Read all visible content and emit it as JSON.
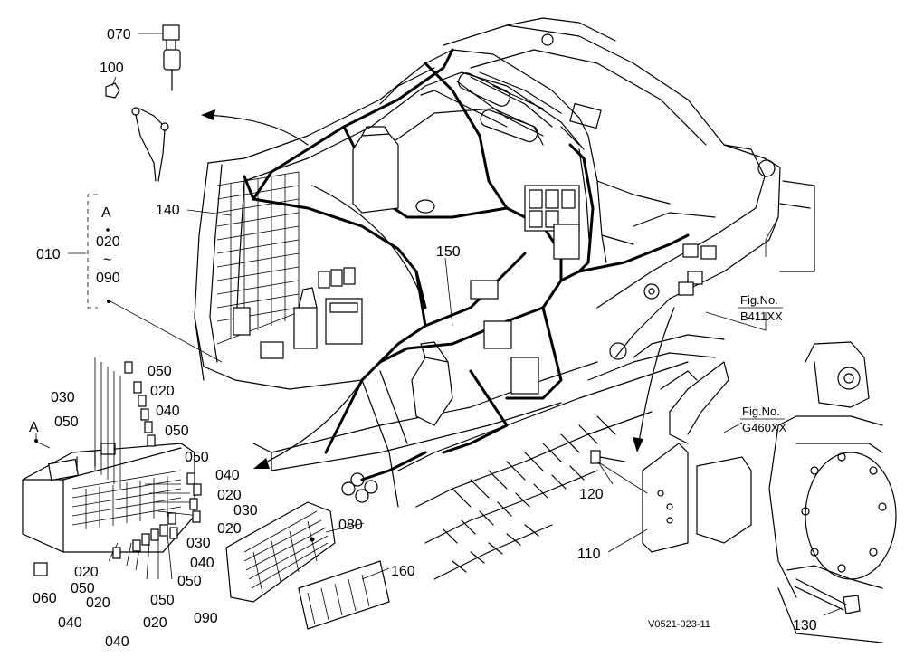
{
  "diagram": {
    "drawing_code": "V0521-023-11",
    "group_bracket": {
      "letter": "A",
      "range_start": "020",
      "range_sep": "~",
      "range_end": "090",
      "group_part": "010"
    },
    "figure_refs": [
      {
        "label": "Fig.No.",
        "code": "B411XX"
      },
      {
        "label": "Fig.No.",
        "code": "G460XX"
      }
    ],
    "part_labels": [
      {
        "text": "070"
      },
      {
        "text": "100"
      },
      {
        "text": "140"
      },
      {
        "text": "150"
      },
      {
        "text": "050"
      },
      {
        "text": "020"
      },
      {
        "text": "030"
      },
      {
        "text": "040"
      },
      {
        "text": "050"
      },
      {
        "text": "050"
      },
      {
        "text": "050"
      },
      {
        "text": "040"
      },
      {
        "text": "020"
      },
      {
        "text": "030"
      },
      {
        "text": "020"
      },
      {
        "text": "030"
      },
      {
        "text": "040"
      },
      {
        "text": "080"
      },
      {
        "text": "160"
      },
      {
        "text": "020"
      },
      {
        "text": "050"
      },
      {
        "text": "020"
      },
      {
        "text": "040"
      },
      {
        "text": "040"
      },
      {
        "text": "020"
      },
      {
        "text": "050"
      },
      {
        "text": "050"
      },
      {
        "text": "060"
      },
      {
        "text": "090"
      },
      {
        "text": "110"
      },
      {
        "text": "120"
      },
      {
        "text": "130"
      }
    ],
    "detail_marker": "A"
  }
}
